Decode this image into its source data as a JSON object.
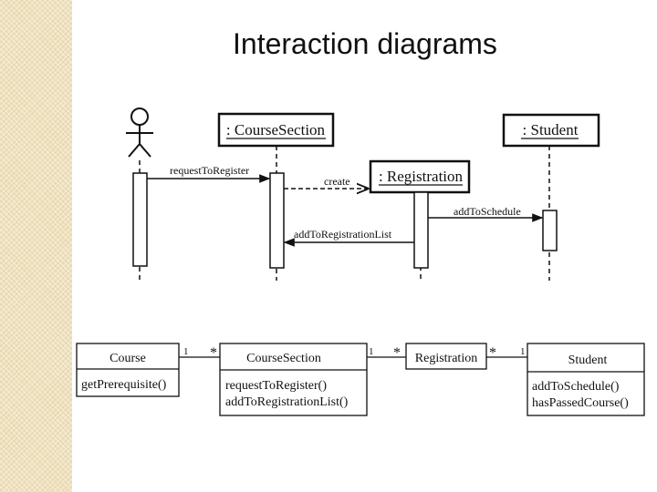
{
  "slide": {
    "title": "Interaction diagrams"
  },
  "sequence": {
    "lifelines": [
      {
        "label": ": CourseSection"
      },
      {
        "label": ": Student"
      },
      {
        "label": ": Registration"
      }
    ],
    "messages": [
      {
        "label": "requestToRegister"
      },
      {
        "label": "create"
      },
      {
        "label": "addToSchedule"
      },
      {
        "label": "addToRegistrationList"
      }
    ]
  },
  "classes": [
    {
      "name": "Course",
      "operations": [
        "getPrerequisite()"
      ]
    },
    {
      "name": "CourseSection",
      "operations": [
        "requestToRegister()",
        "addToRegistrationList()"
      ]
    },
    {
      "name": "Registration",
      "operations": []
    },
    {
      "name": "Student",
      "operations": [
        "addToSchedule()",
        "hasPassedCourse()"
      ]
    }
  ],
  "associations": [
    {
      "left": "1",
      "right": "*"
    },
    {
      "left": "1",
      "right": "*"
    },
    {
      "left": "*",
      "right": "1"
    }
  ]
}
